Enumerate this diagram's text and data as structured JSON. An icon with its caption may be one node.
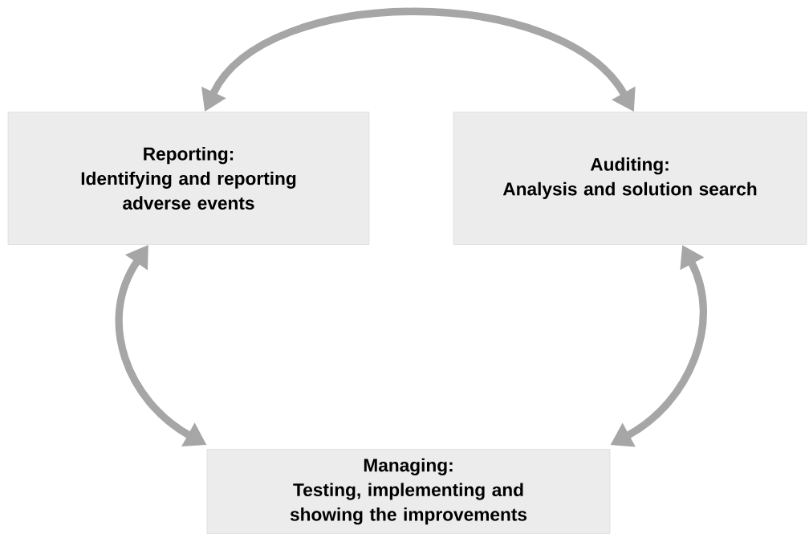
{
  "diagram": {
    "nodes": [
      {
        "text": [
          "Reporting:",
          "Identifying and reporting adverse events"
        ]
      },
      {
        "text": [
          "Auditing:",
          "Analysis and solution search"
        ]
      },
      {
        "text": [
          "Managing:",
          "Testing, implementing and showing the improvements"
        ]
      }
    ],
    "edges": [
      {
        "from": 0,
        "to": 1,
        "arrow": "both"
      },
      {
        "from": 0,
        "to": 2,
        "arrow": "both"
      },
      {
        "from": 1,
        "to": 2,
        "arrow": "both"
      }
    ]
  }
}
